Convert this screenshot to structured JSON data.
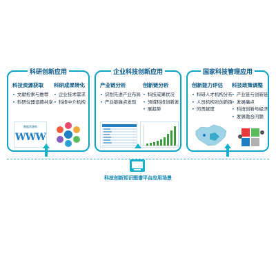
{
  "panels": [
    {
      "title": "科研创新应用",
      "columns": [
        {
          "heading": "科技资源获取",
          "items": [
            "文献检索与推荐",
            "科研仪器设施共享"
          ]
        },
        {
          "heading": "科研成果转化",
          "items": [
            "企业技术需求",
            "科技中介机构"
          ]
        }
      ]
    },
    {
      "title": "企业科技创新应用",
      "columns": [
        {
          "heading": "产业链分析",
          "items": [
            "识别先进产业布局",
            "产业链痛点发现"
          ]
        },
        {
          "heading": "创新链分析",
          "items": [
            "科技成果状况",
            "领域科技创新发",
            "展趋势"
          ]
        }
      ]
    },
    {
      "title": "国家科技管理应用",
      "columns": [
        {
          "heading": "创新能力评估",
          "items": [
            "科研人才机构分布",
            "人员机构对创新链",
            "的贡献度"
          ]
        },
        {
          "heading": "科技政策调整",
          "items": [
            "产业链与创新链",
            "发展痛点",
            "科技创新与经济",
            "发展融合问题"
          ]
        }
      ]
    }
  ],
  "thumbnails": {
    "www_text": "WWW",
    "www_caption": "数据资源库"
  },
  "platform": {
    "label": "科技创新知识图谱平台应用场景"
  },
  "colors": {
    "accent": "#0aa3c4",
    "heading": "#0a5a8a",
    "arrow": "#14b0cc"
  }
}
